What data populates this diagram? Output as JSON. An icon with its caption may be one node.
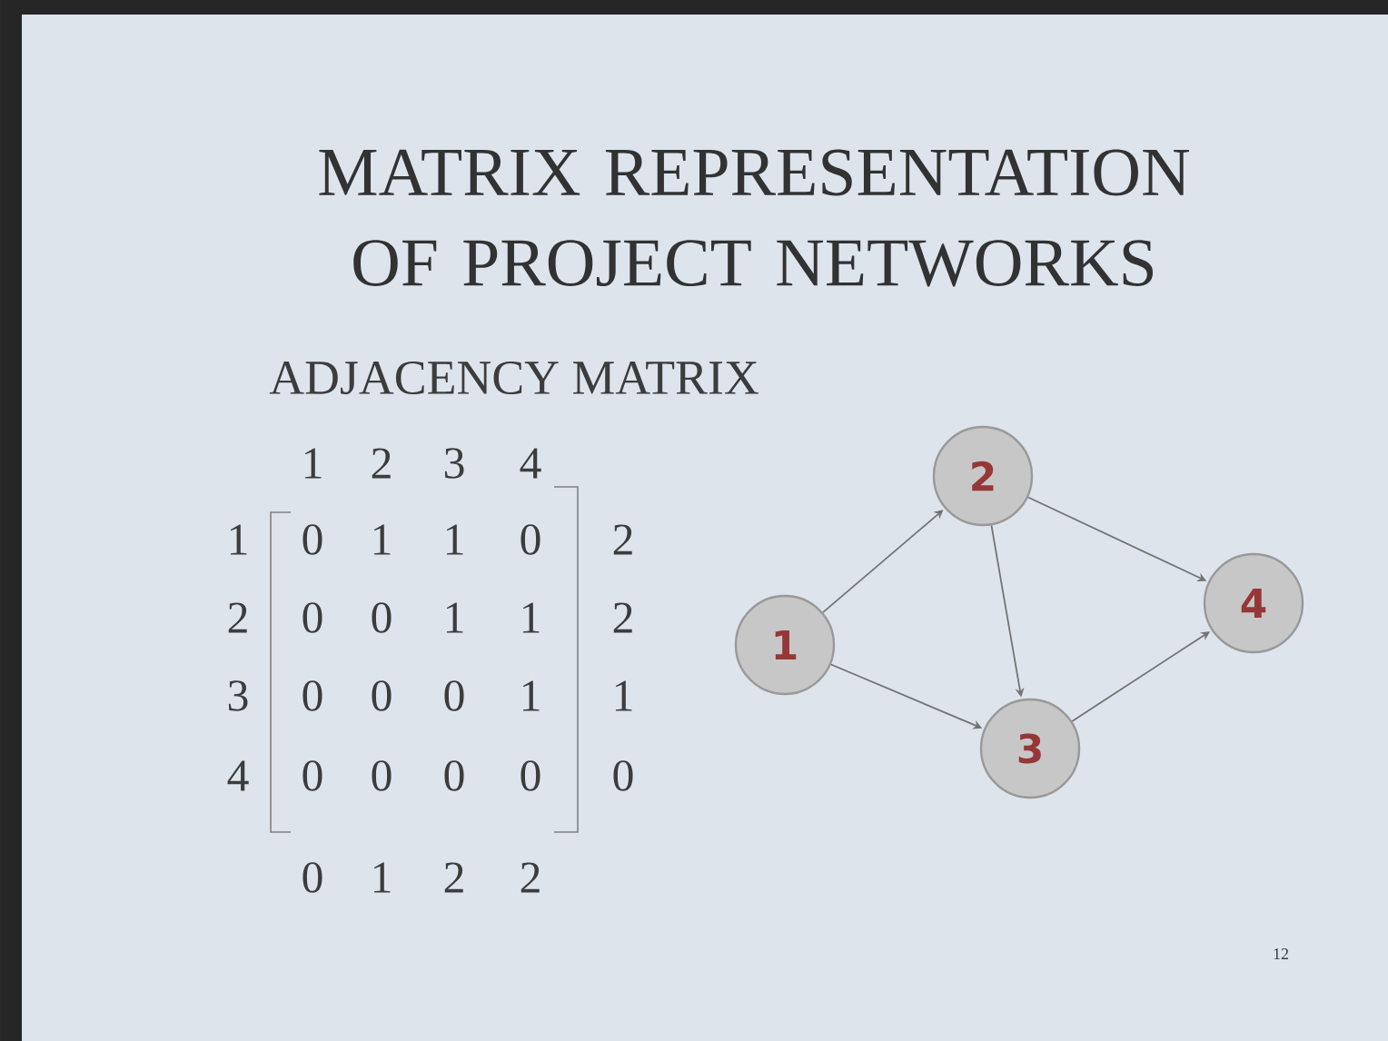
{
  "diagram": {
    "title": "MATRIX REPRESENTATION OF PROJECT NETWORKS",
    "nodes": [
      {
        "text": [
          "1"
        ]
      },
      {
        "text": [
          "2"
        ]
      },
      {
        "text": [
          "3"
        ]
      },
      {
        "text": [
          "4"
        ]
      }
    ],
    "edges": [
      {
        "from": 0,
        "to": 1,
        "arrow": "to"
      },
      {
        "from": 0,
        "to": 2,
        "arrow": "to"
      },
      {
        "from": 1,
        "to": 2,
        "arrow": "to"
      },
      {
        "from": 1,
        "to": 3,
        "arrow": "to"
      },
      {
        "from": 2,
        "to": 3,
        "arrow": "to"
      }
    ],
    "labels": [
      "ADJACENCY MATRIX",
      "1",
      "2",
      "3",
      "4",
      "1",
      "0",
      "1",
      "1",
      "0",
      "2",
      "2",
      "0",
      "0",
      "1",
      "1",
      "2",
      "3",
      "0",
      "0",
      "0",
      "1",
      "1",
      "4",
      "0",
      "0",
      "0",
      "0",
      "0",
      "0",
      "1",
      "2",
      "2",
      "12"
    ]
  }
}
